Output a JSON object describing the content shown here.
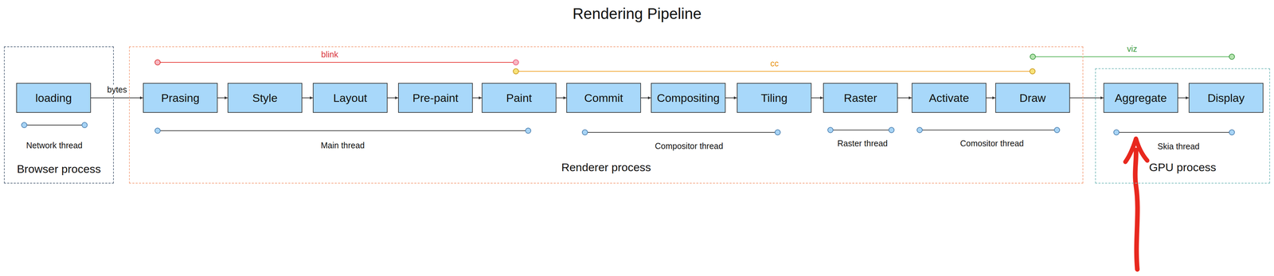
{
  "diagram": {
    "title": "Rendering Pipeline",
    "nodes": [
      {
        "text": [
          "Browser process"
        ]
      },
      {
        "text": [
          "loading"
        ],
        "in": 0
      },
      {
        "text": [
          "Renderer process"
        ]
      },
      {
        "text": [
          "Prasing"
        ],
        "in": 2
      },
      {
        "text": [
          "Style"
        ],
        "in": 2
      },
      {
        "text": [
          "Layout"
        ],
        "in": 2
      },
      {
        "text": [
          "Pre-paint"
        ],
        "in": 2
      },
      {
        "text": [
          "Paint"
        ],
        "in": 2
      },
      {
        "text": [
          "Commit"
        ],
        "in": 2
      },
      {
        "text": [
          "Compositing"
        ],
        "in": 2
      },
      {
        "text": [
          "Tiling"
        ],
        "in": 2
      },
      {
        "text": [
          "Raster"
        ],
        "in": 2
      },
      {
        "text": [
          "Activate"
        ],
        "in": 2
      },
      {
        "text": [
          "Draw"
        ],
        "in": 2
      },
      {
        "text": [
          "GPU process"
        ]
      },
      {
        "text": [
          "Aggregate"
        ],
        "in": 14
      },
      {
        "text": [
          "Display"
        ],
        "in": 14
      }
    ],
    "edges": [
      {
        "from": 1,
        "to": 3,
        "label": "bytes",
        "arrow": "to"
      },
      {
        "from": 3,
        "to": 4,
        "arrow": "to"
      },
      {
        "from": 4,
        "to": 5,
        "arrow": "to"
      },
      {
        "from": 5,
        "to": 6,
        "arrow": "to"
      },
      {
        "from": 6,
        "to": 7,
        "arrow": "to"
      },
      {
        "from": 7,
        "to": 8,
        "arrow": "to"
      },
      {
        "from": 8,
        "to": 9,
        "arrow": "to"
      },
      {
        "from": 9,
        "to": 10,
        "arrow": "to"
      },
      {
        "from": 10,
        "to": 11,
        "arrow": "to"
      },
      {
        "from": 11,
        "to": 12,
        "arrow": "to"
      },
      {
        "from": 12,
        "to": 13,
        "arrow": "to"
      },
      {
        "from": 13,
        "to": 15,
        "arrow": "to"
      },
      {
        "from": 15,
        "to": 16,
        "arrow": "to"
      }
    ],
    "labels": [
      "Network thread",
      "Main thread",
      "Compositor thread",
      "Raster thread",
      "Comositor thread",
      "Skia thread",
      "blink",
      "cc",
      "viz"
    ]
  }
}
